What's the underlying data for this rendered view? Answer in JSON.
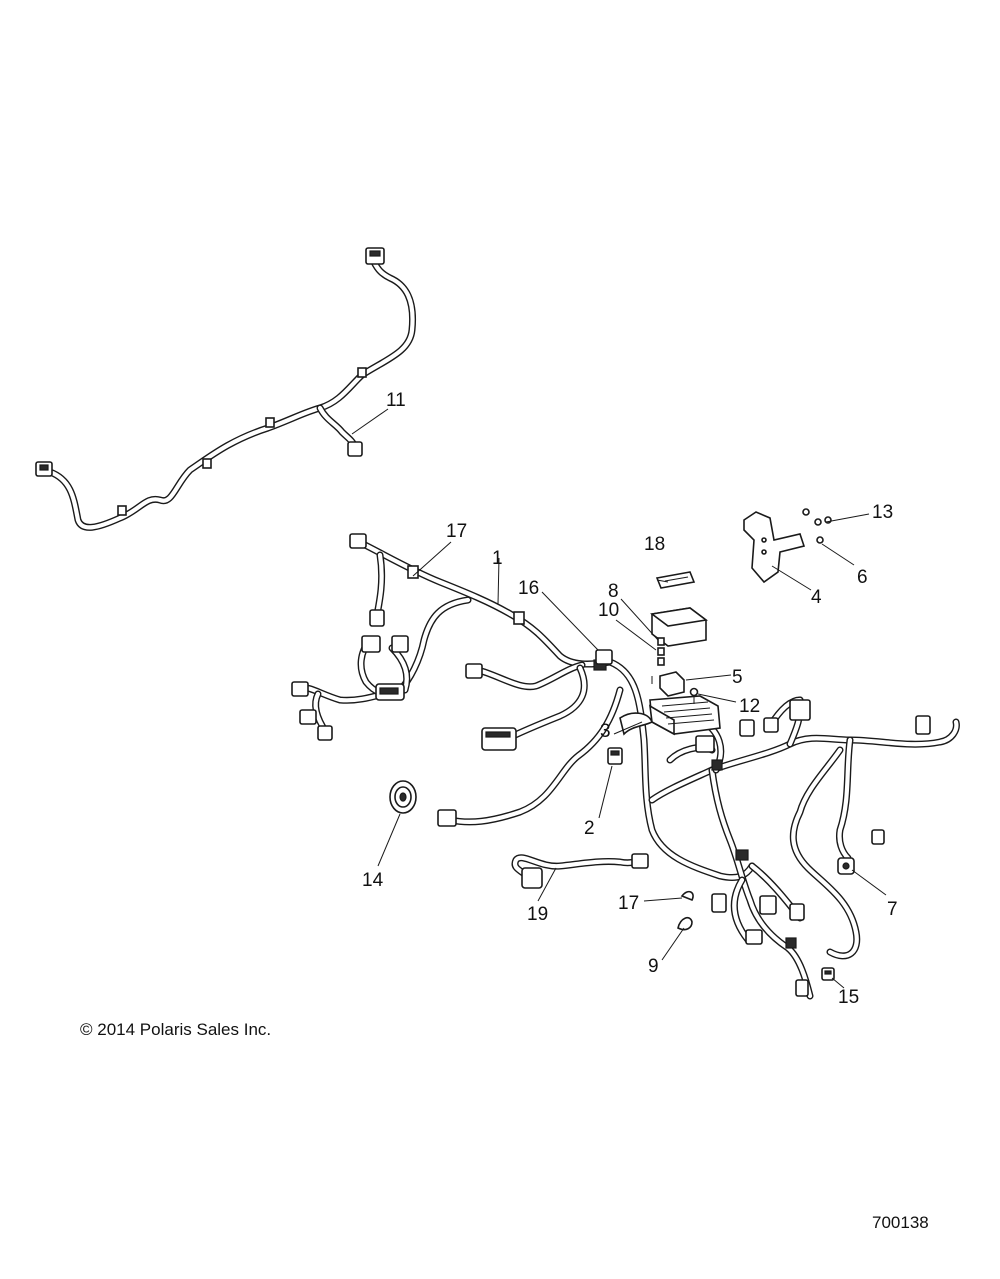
{
  "callouts": {
    "c1": "1",
    "c2": "2",
    "c3": "3",
    "c4": "4",
    "c5": "5",
    "c6": "6",
    "c7": "7",
    "c8": "8",
    "c9": "9",
    "c10": "10",
    "c11": "11",
    "c12": "12",
    "c13": "13",
    "c14": "14",
    "c15": "15",
    "c16": "16",
    "c17a": "17",
    "c17b": "17",
    "c18": "18",
    "c19": "19"
  },
  "footer": {
    "copyright": "© 2014 Polaris Sales Inc.",
    "figure_number": "700138"
  }
}
